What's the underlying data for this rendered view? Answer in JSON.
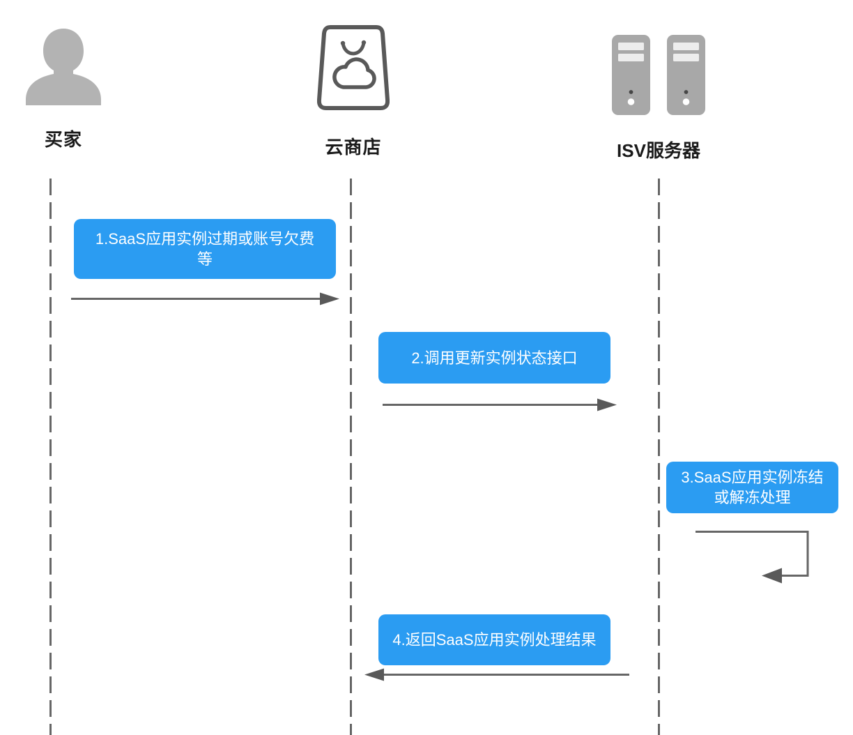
{
  "diagram": {
    "type": "sequence-diagram",
    "actors": [
      {
        "name": "买家",
        "icon": "person-icon"
      },
      {
        "name": "云商店",
        "icon": "shopping-bag-cloud-icon"
      },
      {
        "name": "ISV服务器",
        "icon": "server-towers-icon"
      }
    ],
    "messages": [
      {
        "from": "买家",
        "to": "云商店",
        "style": "solid-arrow-right",
        "lines": [
          "1.SaaS应用实例过期或账号欠费",
          "等"
        ]
      },
      {
        "from": "云商店",
        "to": "ISV服务器",
        "style": "solid-arrow-right",
        "lines": [
          "2.调用更新实例状态接口"
        ]
      },
      {
        "from": "ISV服务器",
        "to": "ISV服务器",
        "style": "self-loop-arrow",
        "lines": [
          "3.SaaS应用实例冻结",
          "或解冻处理"
        ]
      },
      {
        "from": "ISV服务器",
        "to": "云商店",
        "style": "solid-arrow-left",
        "lines": [
          "4.返回SaaS应用实例处理结果"
        ]
      }
    ],
    "colors": {
      "message_background": "#2b9cf2",
      "message_text": "#ffffff",
      "lifeline": "#666666",
      "arrow": "#666666",
      "arrowhead": "#595959",
      "actor_label_text": "#1a1a1a",
      "person_fill": "#b3b3b3",
      "server_fill": "#a8a8a8",
      "bag_stroke": "#595959"
    }
  }
}
